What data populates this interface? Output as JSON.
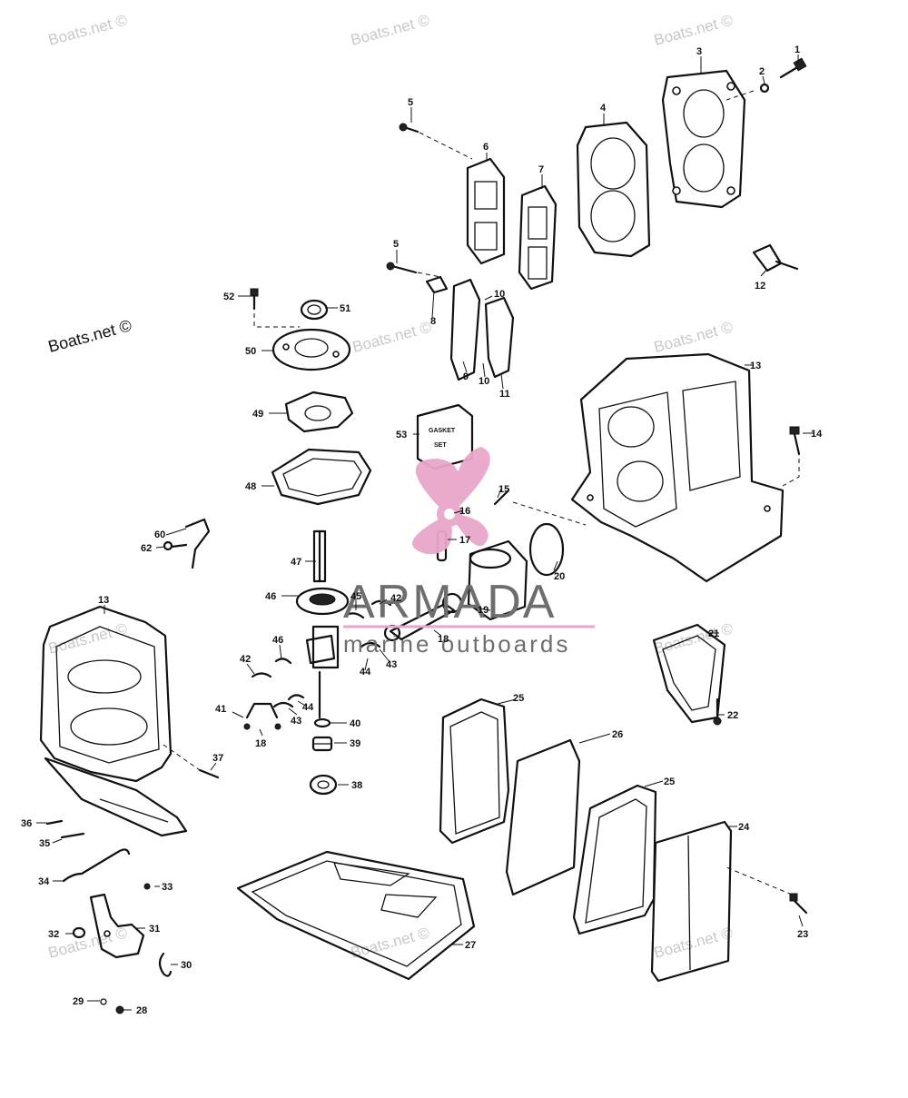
{
  "watermark": {
    "text": "Boats.net ©",
    "brand": "ARMADA",
    "tagline": "marine outboards",
    "accent_color": "#e9a6c9",
    "text_color": "#6e6e6e"
  },
  "callouts": [
    {
      "id": "c1",
      "text": "1"
    },
    {
      "id": "c2",
      "text": "2"
    },
    {
      "id": "c3",
      "text": "3"
    },
    {
      "id": "c4",
      "text": "4"
    },
    {
      "id": "c5a",
      "text": "5"
    },
    {
      "id": "c6",
      "text": "6"
    },
    {
      "id": "c7",
      "text": "7"
    },
    {
      "id": "c5b",
      "text": "5"
    },
    {
      "id": "c8",
      "text": "8"
    },
    {
      "id": "c9",
      "text": "9"
    },
    {
      "id": "c10a",
      "text": "10"
    },
    {
      "id": "c10b",
      "text": "10"
    },
    {
      "id": "c11",
      "text": "11"
    },
    {
      "id": "c12",
      "text": "12"
    },
    {
      "id": "c13a",
      "text": "13"
    },
    {
      "id": "c14",
      "text": "14"
    },
    {
      "id": "c15",
      "text": "15"
    },
    {
      "id": "c16",
      "text": "16"
    },
    {
      "id": "c17",
      "text": "17"
    },
    {
      "id": "c18a",
      "text": "18"
    },
    {
      "id": "c19",
      "text": "19"
    },
    {
      "id": "c20",
      "text": "20"
    },
    {
      "id": "c21",
      "text": "21"
    },
    {
      "id": "c22",
      "text": "22"
    },
    {
      "id": "c23",
      "text": "23"
    },
    {
      "id": "c24",
      "text": "24"
    },
    {
      "id": "c25a",
      "text": "25"
    },
    {
      "id": "c26",
      "text": "26"
    },
    {
      "id": "c25b",
      "text": "25"
    },
    {
      "id": "c27",
      "text": "27"
    },
    {
      "id": "c28",
      "text": "28"
    },
    {
      "id": "c29",
      "text": "29"
    },
    {
      "id": "c30",
      "text": "30"
    },
    {
      "id": "c31",
      "text": "31"
    },
    {
      "id": "c32",
      "text": "32"
    },
    {
      "id": "c33",
      "text": "33"
    },
    {
      "id": "c34",
      "text": "34"
    },
    {
      "id": "c35",
      "text": "35"
    },
    {
      "id": "c36",
      "text": "36"
    },
    {
      "id": "c37",
      "text": "37"
    },
    {
      "id": "c38a",
      "text": "38"
    },
    {
      "id": "c39",
      "text": "39"
    },
    {
      "id": "c40",
      "text": "40"
    },
    {
      "id": "c41",
      "text": "41"
    },
    {
      "id": "c18b",
      "text": "18"
    },
    {
      "id": "c42a",
      "text": "42"
    },
    {
      "id": "c43a",
      "text": "43"
    },
    {
      "id": "c44a",
      "text": "44"
    },
    {
      "id": "c46a",
      "text": "46"
    },
    {
      "id": "c42b",
      "text": "42"
    },
    {
      "id": "c43b",
      "text": "43"
    },
    {
      "id": "c44b",
      "text": "44"
    },
    {
      "id": "c45",
      "text": "45"
    },
    {
      "id": "c46b",
      "text": "46"
    },
    {
      "id": "c47",
      "text": "47"
    },
    {
      "id": "c48",
      "text": "48"
    },
    {
      "id": "c49",
      "text": "49"
    },
    {
      "id": "c50",
      "text": "50"
    },
    {
      "id": "c51",
      "text": "51"
    },
    {
      "id": "c52",
      "text": "52"
    },
    {
      "id": "c53",
      "text": "53"
    },
    {
      "id": "c60",
      "text": "60"
    },
    {
      "id": "c62",
      "text": "62"
    },
    {
      "id": "c13b",
      "text": "13"
    },
    {
      "id": "c38b",
      "text": "38"
    }
  ],
  "gasket_set_label": [
    "GASKET",
    "SET"
  ]
}
